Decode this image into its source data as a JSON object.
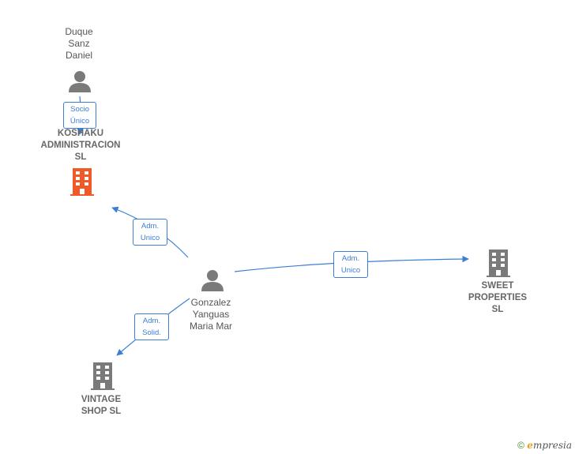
{
  "nodes": {
    "duque": {
      "label": "Duque\nSanz\nDaniel",
      "kind": "person"
    },
    "koshaku": {
      "label": "KOSHAKU\nADMINISTRACION\nSL",
      "kind": "company",
      "color": "#f05a28"
    },
    "gonzalez": {
      "label": "Gonzalez\nYanguas\nMaria Mar",
      "kind": "person"
    },
    "sweet": {
      "label": "SWEET\nPROPERTIES\nSL",
      "kind": "company",
      "color": "#7a7a7a"
    },
    "vintage": {
      "label": "VINTAGE\nSHOP  SL",
      "kind": "company",
      "color": "#7a7a7a"
    }
  },
  "edges": {
    "socio_unico": "Socio\nÚnico",
    "adm_unico_koshaku": "Adm.\nUnico",
    "adm_unico_sweet": "Adm.\nUnico",
    "adm_solid": "Adm.\nSolid."
  },
  "colors": {
    "edge": "#3a7fd5",
    "person_icon": "#7a7a7a",
    "highlight_company": "#f05a28"
  },
  "footer": {
    "copyright": "©",
    "brand_initial": "e",
    "brand_rest": "mpresia"
  }
}
